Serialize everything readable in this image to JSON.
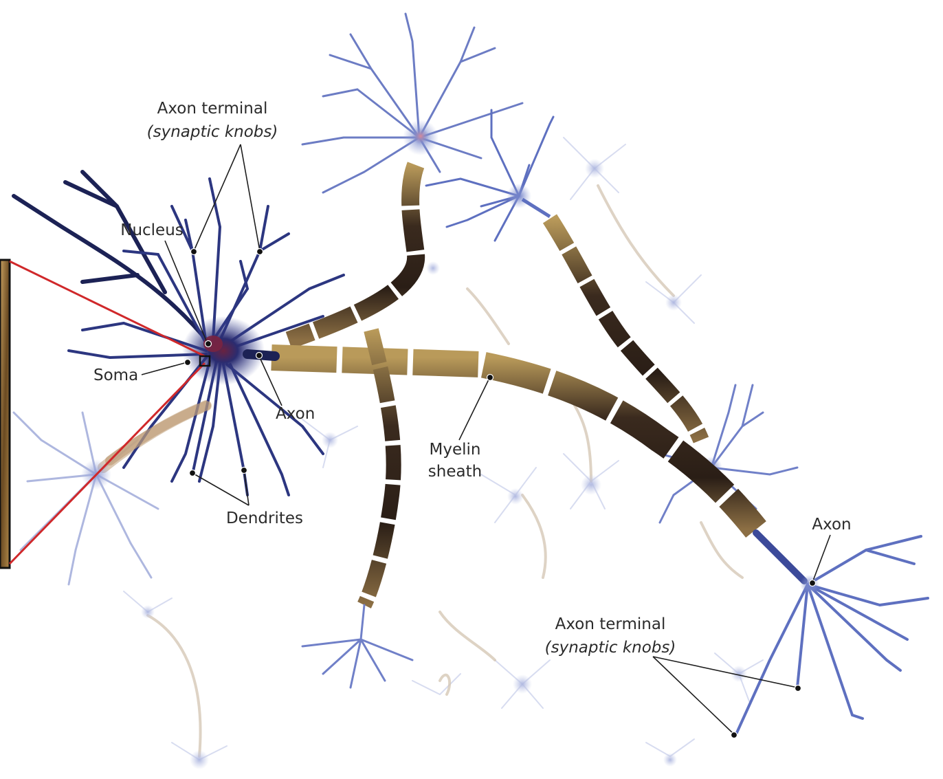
{
  "labels": {
    "axon_terminal_top": "Axon terminal",
    "synaptic_knobs_top": "(synaptic knobs)",
    "nucleus": "Nucleus",
    "soma": "Soma",
    "axon_left": "Axon",
    "myelin_line1": "Myelin",
    "myelin_line2": "sheath",
    "dendrites": "Dendrites",
    "axon_right": "Axon",
    "axon_terminal_bottom": "Axon terminal",
    "synaptic_knobs_bottom": "(synaptic knobs)"
  },
  "colors": {
    "neuron_dark": "#1c2255",
    "neuron_blue": "#5566b8",
    "neuron_light": "#9aa6d8",
    "myelin_dark": "#2a1e16",
    "myelin_gold": "#b99a5a",
    "inset_border": "#111111",
    "inset_line": "#d0282a"
  }
}
